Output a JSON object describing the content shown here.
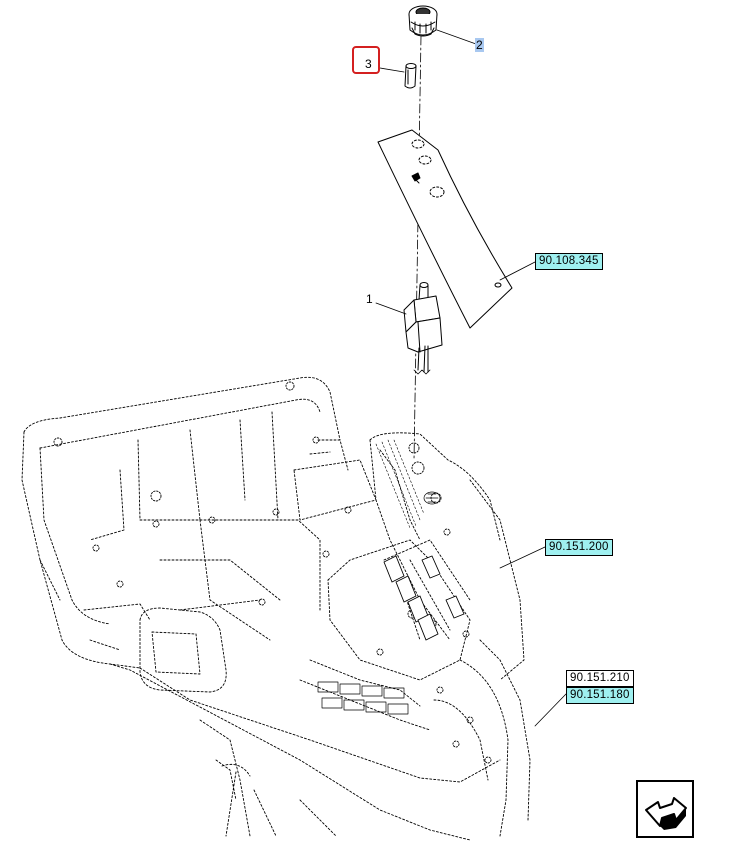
{
  "parts": [
    {
      "number": "1",
      "highlighted": false
    },
    {
      "number": "2",
      "highlighted": true,
      "highlight_color": "#a8c8f0"
    },
    {
      "number": "3",
      "highlighted": true,
      "highlight_color": "#d42020"
    }
  ],
  "references": [
    {
      "code": "90.108.345",
      "highlighted": true
    },
    {
      "code": "90.151.200",
      "highlighted": true
    },
    {
      "code": "90.151.210",
      "highlighted": false
    },
    {
      "code": "90.151.180",
      "highlighted": true
    }
  ],
  "colors": {
    "reference_highlight": "#9ff0f0",
    "frame": "#d42020",
    "line": "#000000"
  },
  "nav": {
    "icon": "next-page-arrow-icon"
  }
}
